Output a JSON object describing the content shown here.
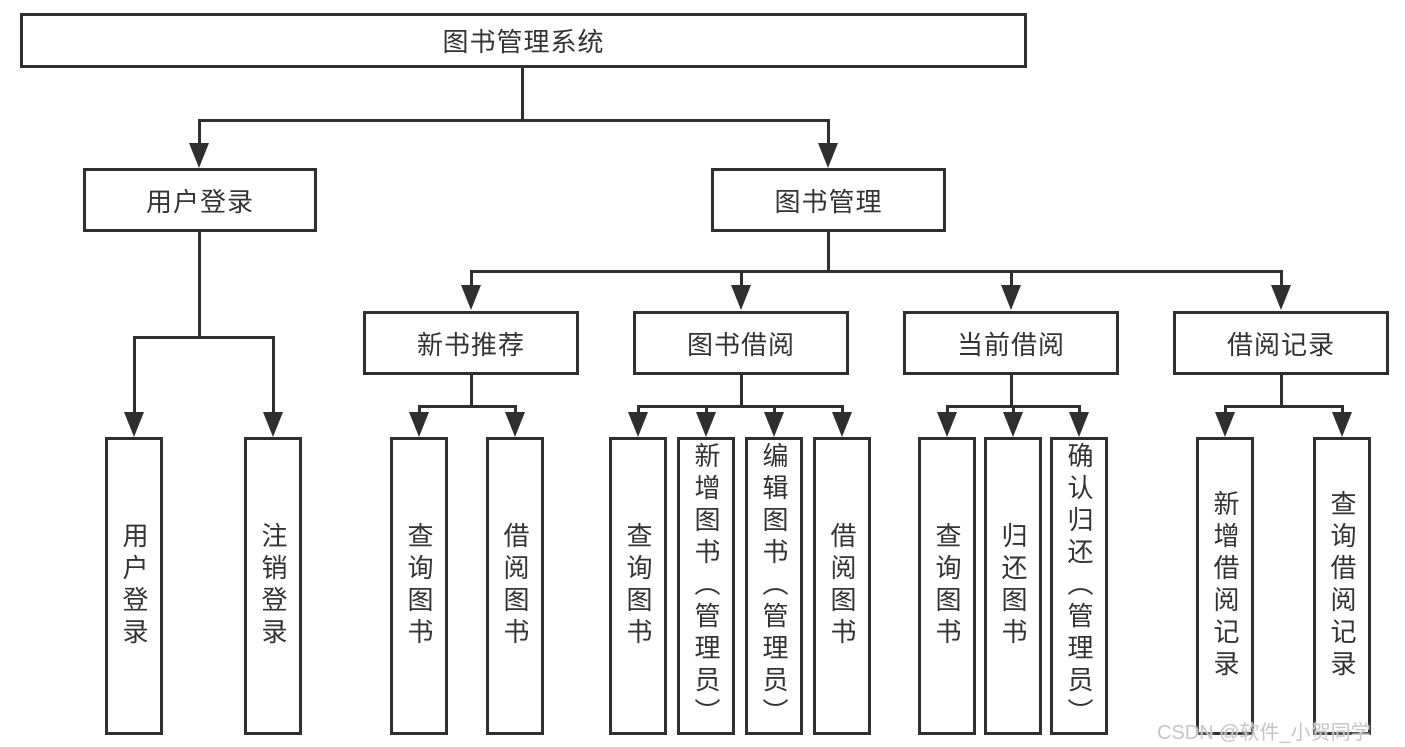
{
  "diagram_title": "图书管理系统",
  "tree": {
    "root": {
      "label": "图书管理系统"
    },
    "level2": [
      {
        "label": "用户登录",
        "leaves": [
          "用户登录",
          "注销登录"
        ]
      },
      {
        "label": "图书管理",
        "children": [
          {
            "label": "新书推荐",
            "leaves": [
              "查询图书",
              "借阅图书"
            ]
          },
          {
            "label": "图书借阅",
            "leaves": [
              "查询图书",
              "新增图书（管理员）",
              "编辑图书（管理员）",
              "借阅图书"
            ]
          },
          {
            "label": "当前借阅",
            "leaves": [
              "查询图书",
              "归还图书",
              "确认归还（管理员）"
            ]
          },
          {
            "label": "借阅记录",
            "leaves": [
              "新增借阅记录",
              "查询借阅记录"
            ]
          }
        ]
      }
    ]
  },
  "watermark": {
    "text": "CSDN @软件_小贺同学",
    "color": "#c6c6c6"
  },
  "colors": {
    "line": "#2f2f2f",
    "text": "#333333",
    "background": "#ffffff",
    "box_fill": "#ffffff"
  }
}
